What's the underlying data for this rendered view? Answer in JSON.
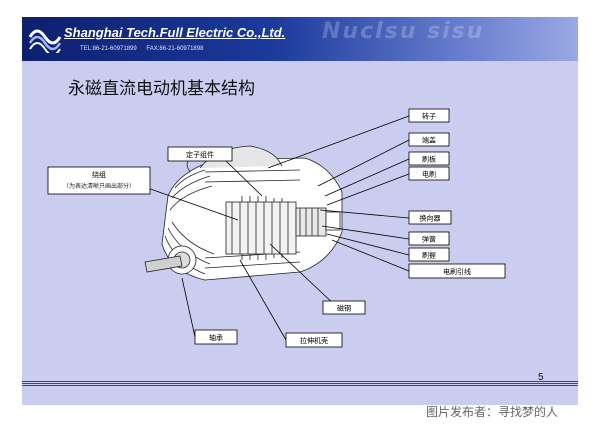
{
  "banner": {
    "company": "Shanghai Tech.Full Electric Co.,Ltd.",
    "tel": "TEL:86-21-60971899",
    "fax": "FAX:86-21-60971898"
  },
  "title": "永磁直流电动机基本结构",
  "labels": {
    "rotor": "转子",
    "end_cap": "端盖",
    "brush_plate": "刷板",
    "brush": "电刷",
    "commutator": "换向器",
    "spring": "弹簧",
    "brush_holder": "刷握",
    "brush_lead": "电刷引线",
    "magnet_steel": "磁钢",
    "housing": "拉伸机壳",
    "bearing": "轴承",
    "stator_assembly": "定子组件",
    "winding": "绕组",
    "winding_note": "（为表达清晰只画出部分）"
  },
  "page_number": "5",
  "caption": "图片发布者：寻找梦的人"
}
